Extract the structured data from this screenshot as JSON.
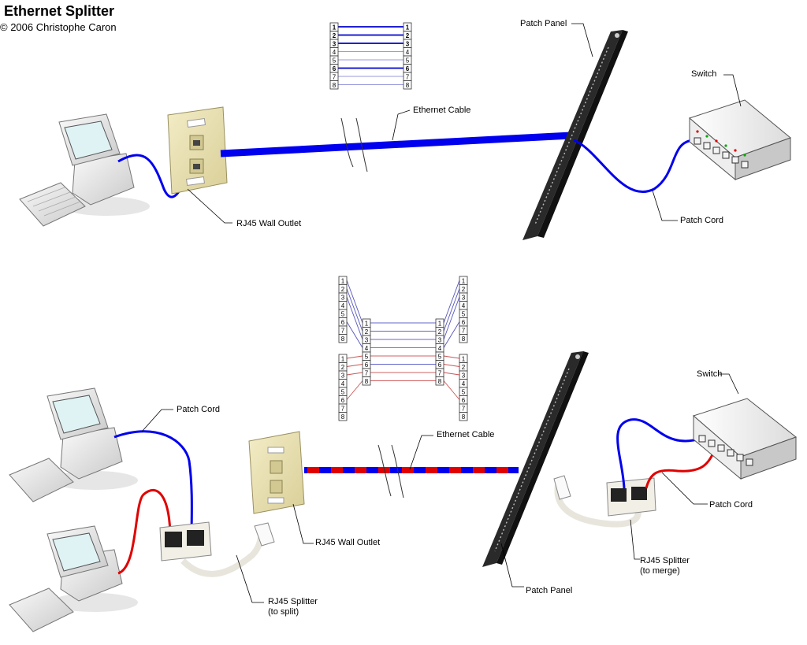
{
  "header": {
    "title": "Ethernet Splitter",
    "copyright": "© 2006 Christophe Caron"
  },
  "top": {
    "ethernet_cable": "Ethernet Cable",
    "wall_outlet": "RJ45 Wall Outlet",
    "patch_panel": "Patch Panel",
    "switch": "Switch",
    "patch_cord": "Patch Cord",
    "pins": [
      "1",
      "2",
      "3",
      "4",
      "5",
      "6",
      "7",
      "8"
    ]
  },
  "bottom": {
    "patch_cord_left": "Patch Cord",
    "splitter_left_1": "RJ45 Splitter",
    "splitter_left_2": "(to split)",
    "wall_outlet": "RJ45 Wall Outlet",
    "ethernet_cable": "Ethernet Cable",
    "patch_panel": "Patch Panel",
    "switch": "Switch",
    "patch_cord_right": "Patch Cord",
    "splitter_right_1": "RJ45 Splitter",
    "splitter_right_2": "(to merge)",
    "pins": [
      "1",
      "2",
      "3",
      "4",
      "5",
      "6",
      "7",
      "8"
    ]
  },
  "colors": {
    "blue": "#0000ee",
    "red": "#e00000",
    "panel": "#2a2a2a",
    "beige": "#ece4b4"
  }
}
